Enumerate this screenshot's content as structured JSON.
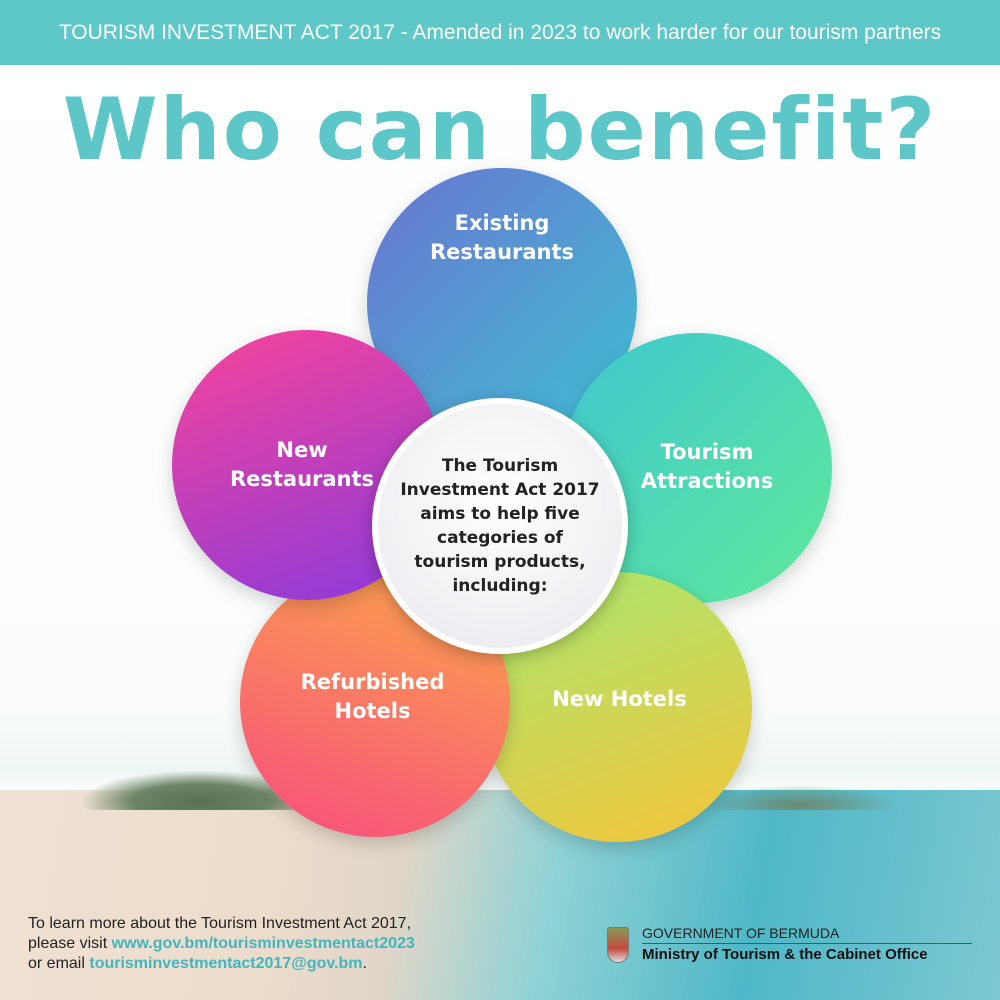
{
  "banner": "TOURISM INVESTMENT ACT 2017 - Amended in 2023 to work harder for our tourism partners",
  "title": "Who can benefit?",
  "center_text": "The Tourism Investment Act 2017 aims to help five categories of tourism products, including:",
  "categories": [
    {
      "label": "Existing Restaurants",
      "color_from": "#6a74d0",
      "color_to": "#3fc0d4"
    },
    {
      "label": "Tourism Attractions",
      "color_from": "#3ec8d0",
      "color_to": "#5fe89a"
    },
    {
      "label": "New Hotels",
      "color_from": "#a8e870",
      "color_to": "#f5c43a"
    },
    {
      "label": "Refurbished Hotels",
      "color_from": "#fba84a",
      "color_to": "#f74d7e"
    },
    {
      "label": "New Restaurants",
      "color_from": "#f7449a",
      "color_to": "#8a3adc"
    }
  ],
  "footer": {
    "line1": "To learn more about the Tourism Investment Act 2017,",
    "line2_prefix": "please visit ",
    "url": "www.gov.bm/tourisminvestmentact2023",
    "line3_prefix": "or email ",
    "email": "tourisminvestmentact2017@gov.bm",
    "line3_suffix": "."
  },
  "gov": {
    "name": "GOVERNMENT OF BERMUDA",
    "ministry": "Ministry of Tourism & the Cabinet Office"
  }
}
